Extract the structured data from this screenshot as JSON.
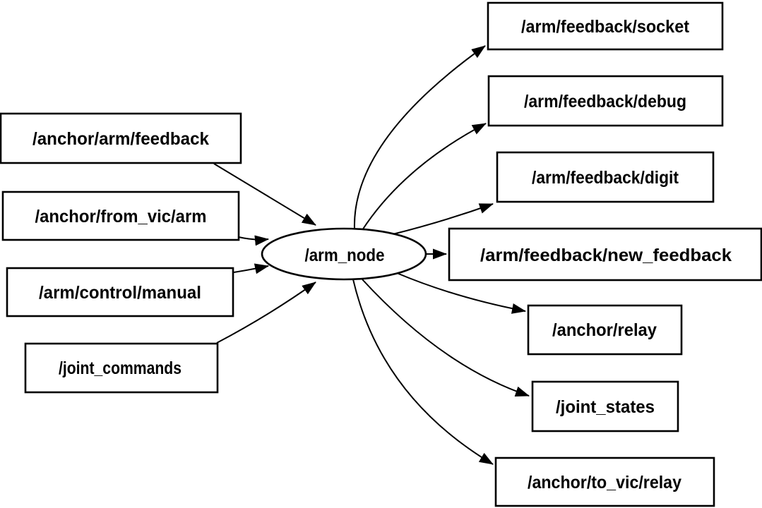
{
  "diagram": {
    "title": "ros-node-graph",
    "center_node": {
      "label": "/arm_node"
    },
    "inputs": [
      {
        "label": "/anchor/arm/feedback"
      },
      {
        "label": "/anchor/from_vic/arm"
      },
      {
        "label": "/arm/control/manual"
      },
      {
        "label": "/joint_commands"
      }
    ],
    "outputs": [
      {
        "label": "/arm/feedback/socket"
      },
      {
        "label": "/arm/feedback/debug"
      },
      {
        "label": "/arm/feedback/digit"
      },
      {
        "label": "/arm/feedback/new_feedback"
      },
      {
        "label": "/anchor/relay"
      },
      {
        "label": "/joint_states"
      },
      {
        "label": "/anchor/to_vic/relay"
      }
    ],
    "edges": [
      {
        "from": "/anchor/arm/feedback",
        "to": "/arm_node"
      },
      {
        "from": "/anchor/from_vic/arm",
        "to": "/arm_node"
      },
      {
        "from": "/arm/control/manual",
        "to": "/arm_node"
      },
      {
        "from": "/joint_commands",
        "to": "/arm_node"
      },
      {
        "from": "/arm_node",
        "to": "/arm/feedback/socket"
      },
      {
        "from": "/arm_node",
        "to": "/arm/feedback/debug"
      },
      {
        "from": "/arm_node",
        "to": "/arm/feedback/digit"
      },
      {
        "from": "/arm_node",
        "to": "/arm/feedback/new_feedback"
      },
      {
        "from": "/arm_node",
        "to": "/anchor/relay"
      },
      {
        "from": "/arm_node",
        "to": "/joint_states"
      },
      {
        "from": "/arm_node",
        "to": "/anchor/to_vic/relay"
      }
    ],
    "colors": {
      "background": "#ffffff",
      "node_fill": "#ffffff",
      "stroke": "#000000",
      "text": "#000000"
    }
  }
}
